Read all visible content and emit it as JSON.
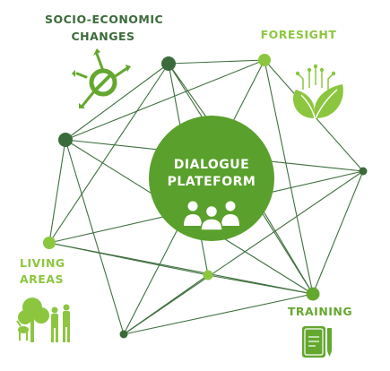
{
  "labels": {
    "socio_line1": "SOCIO-ECONOMIC",
    "socio_line2": "CHANGES",
    "foresight": "FORESIGHT",
    "living_line1": "LIVING",
    "living_line2": "AREAS",
    "training": "TRAINING",
    "center_line1": "DIALOGUE",
    "center_line2": "PLATEFORM"
  },
  "colors": {
    "dark_green": "#3b6b3b",
    "mid_green": "#5aa02c",
    "light_green": "#8cc63f",
    "line": "#3f6f3f",
    "center_fill": "#5aa02c"
  },
  "icons": [
    "arrows-circle-icon",
    "leaf-circuit-icon",
    "people-trees-icon",
    "book-pen-icon",
    "people-group-icon"
  ]
}
